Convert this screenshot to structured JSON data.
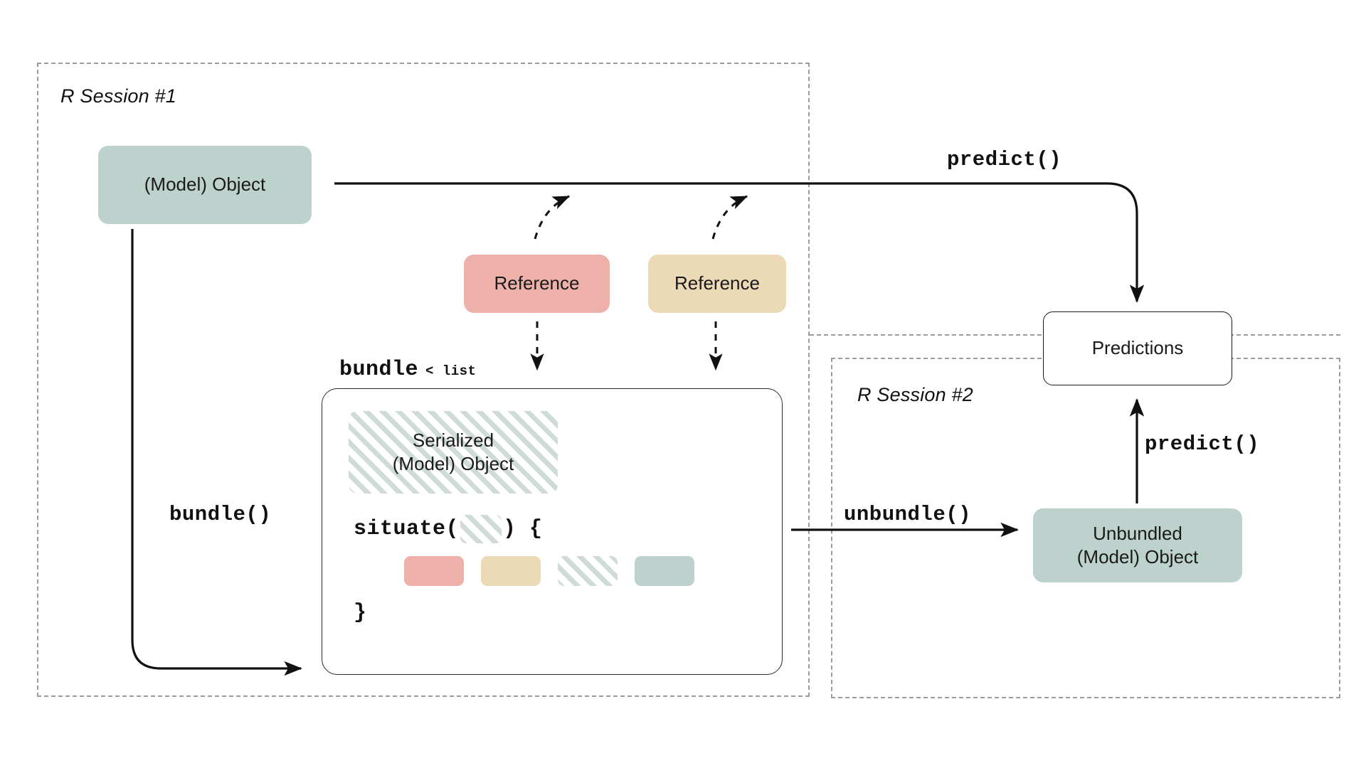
{
  "diagram": {
    "title": "bundle / unbundle model object workflow",
    "background": "#ffffff"
  },
  "palette": {
    "green": "#bdd2cc",
    "pink": "#eeb1a9",
    "tan": "#ecd9b6",
    "hatch_stripe": "#cfdcd6",
    "outline": "#1a1a1a",
    "dashed_frame": "#9b9b9b"
  },
  "sessions": [
    {
      "id": "session-1",
      "label": "R Session #1"
    },
    {
      "id": "session-2",
      "label": "R Session #2"
    }
  ],
  "nodes": {
    "model_object": "(Model) Object",
    "reference_1": "Reference",
    "reference_2": "Reference",
    "serialized_object": "Serialized\n(Model) Object",
    "predictions": "Predictions",
    "unbundled_object": "Unbundled\n(Model) Object"
  },
  "bundle_card": {
    "caption_keyword": "bundle",
    "caption_type": "< list",
    "situate_prefix": "situate(",
    "situate_suffix": ") {",
    "closing_brace": "}",
    "chips": [
      {
        "name": "chip-pink",
        "fill": "pink"
      },
      {
        "name": "chip-tan",
        "fill": "tan"
      },
      {
        "name": "chip-hatched",
        "fill": "hatch"
      },
      {
        "name": "chip-green",
        "fill": "green"
      }
    ]
  },
  "edges": {
    "predict_top": "predict()",
    "predict_right": "predict()",
    "bundle": "bundle()",
    "unbundle": "unbundle()"
  }
}
